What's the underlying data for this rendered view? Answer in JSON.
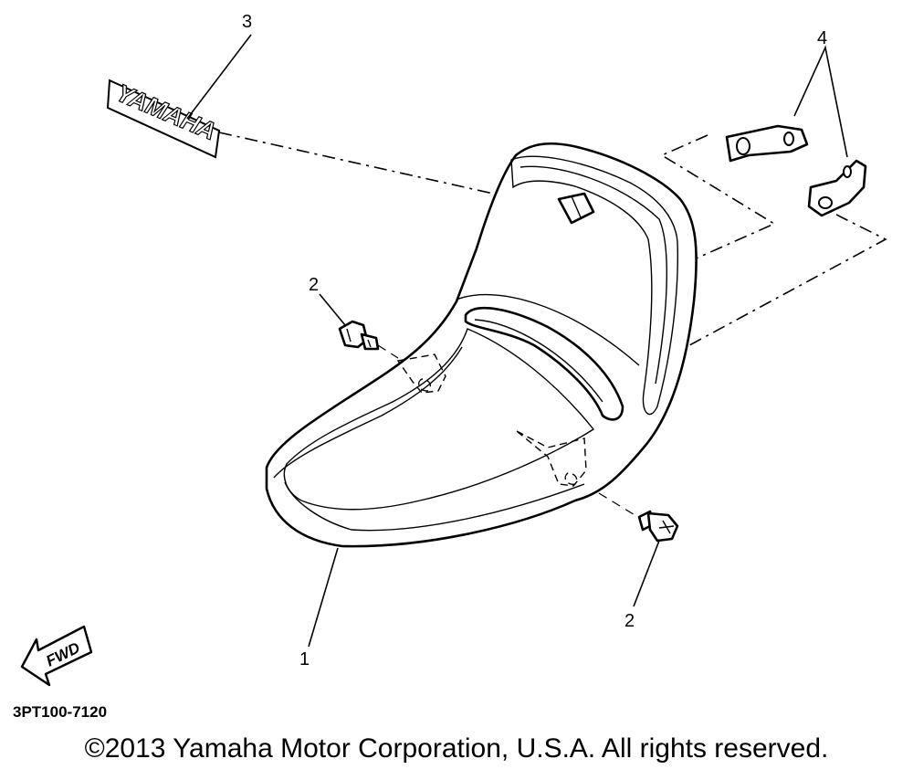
{
  "callouts": {
    "seat": "1",
    "bolt_upper": "2",
    "bolt_lower": "2",
    "emblem": "3",
    "bracket": "4"
  },
  "emblem_text": "YAMAHA",
  "fwd_label": "FWD",
  "part_code": "3PT100-7120",
  "copyright": "©2013 Yamaha Motor Corporation, U.S.A. All rights reserved."
}
